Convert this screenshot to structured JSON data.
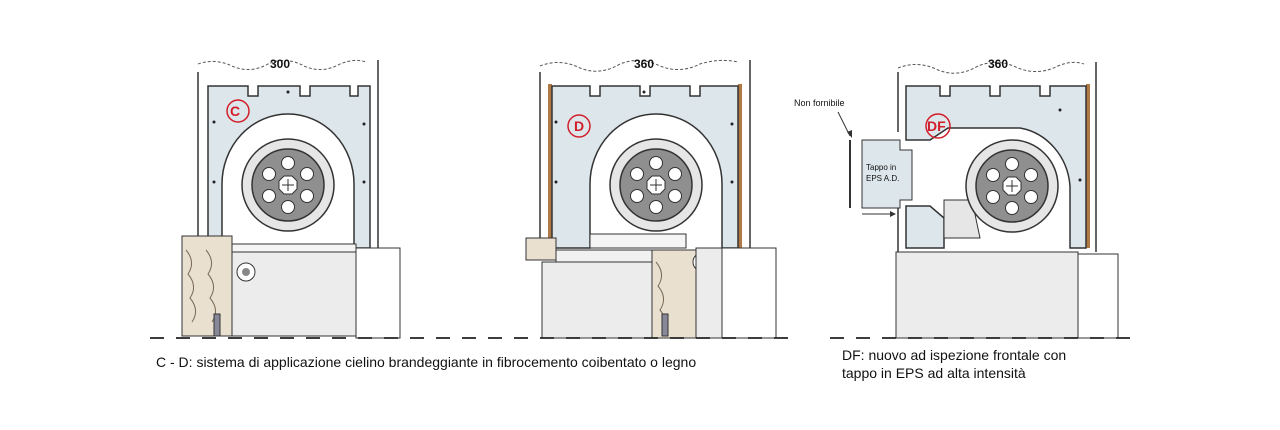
{
  "panels": {
    "c": {
      "dimension": "300",
      "label": "C"
    },
    "d": {
      "dimension": "360",
      "label": "D"
    },
    "df": {
      "dimension": "360",
      "label": "DF",
      "not_supplied_label": "Non fornibile",
      "cap_label_line1": "Tappo in",
      "cap_label_line2": "EPS A.D."
    }
  },
  "captions": {
    "cd": "C - D: sistema di applicazione cielino brandeggiante in fibrocemento coibentato o legno",
    "df_line1": "DF: nuovo ad ispezione frontale con",
    "df_line2": "tappo in EPS ad alta intensità"
  },
  "colors": {
    "insulation": "#dde6ea",
    "roller": "#8f8f8f",
    "wood": "#b07845",
    "label_red": "#d21e2b"
  }
}
